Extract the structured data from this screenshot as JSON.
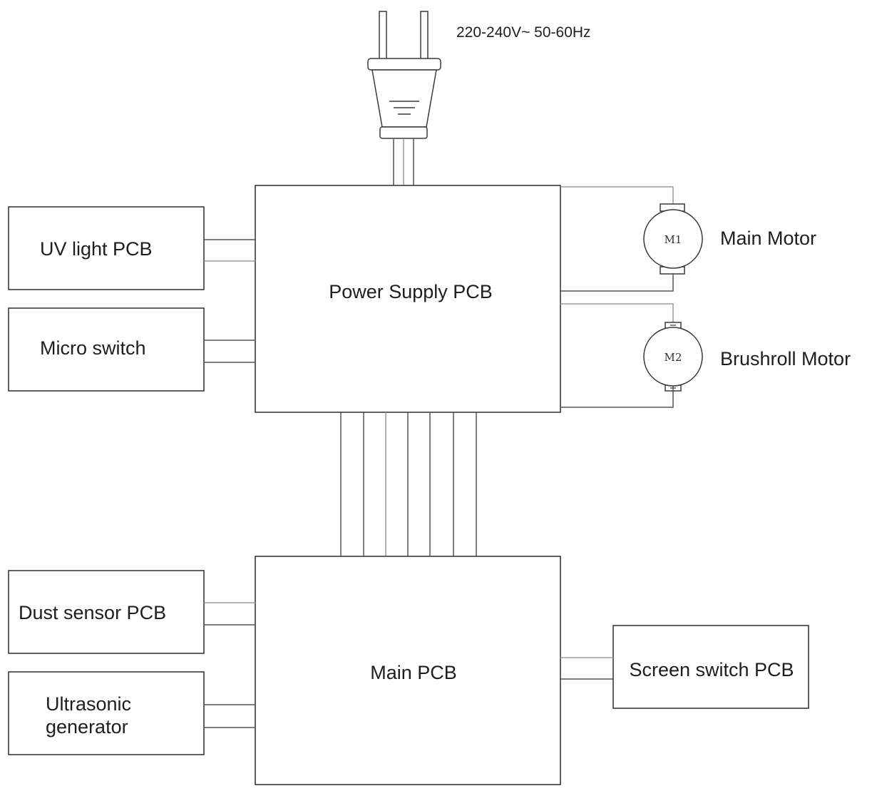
{
  "power_input": {
    "label": "220-240V~ 50-60Hz"
  },
  "blocks": {
    "power_supply": "Power Supply PCB",
    "main": "Main PCB",
    "uv_light": "UV light PCB",
    "micro_switch": "Micro switch",
    "dust_sensor": "Dust sensor PCB",
    "ultrasonic_line1": "Ultrasonic",
    "ultrasonic_line2": "generator",
    "screen_switch": "Screen switch PCB"
  },
  "motors": {
    "m1": {
      "symbol": "M1",
      "label": "Main Motor"
    },
    "m2": {
      "symbol": "M2",
      "label": "Brushroll Motor"
    }
  },
  "colors": {
    "line": "#3a3a3a",
    "text": "#1e1e1e",
    "background": "#ffffff"
  }
}
